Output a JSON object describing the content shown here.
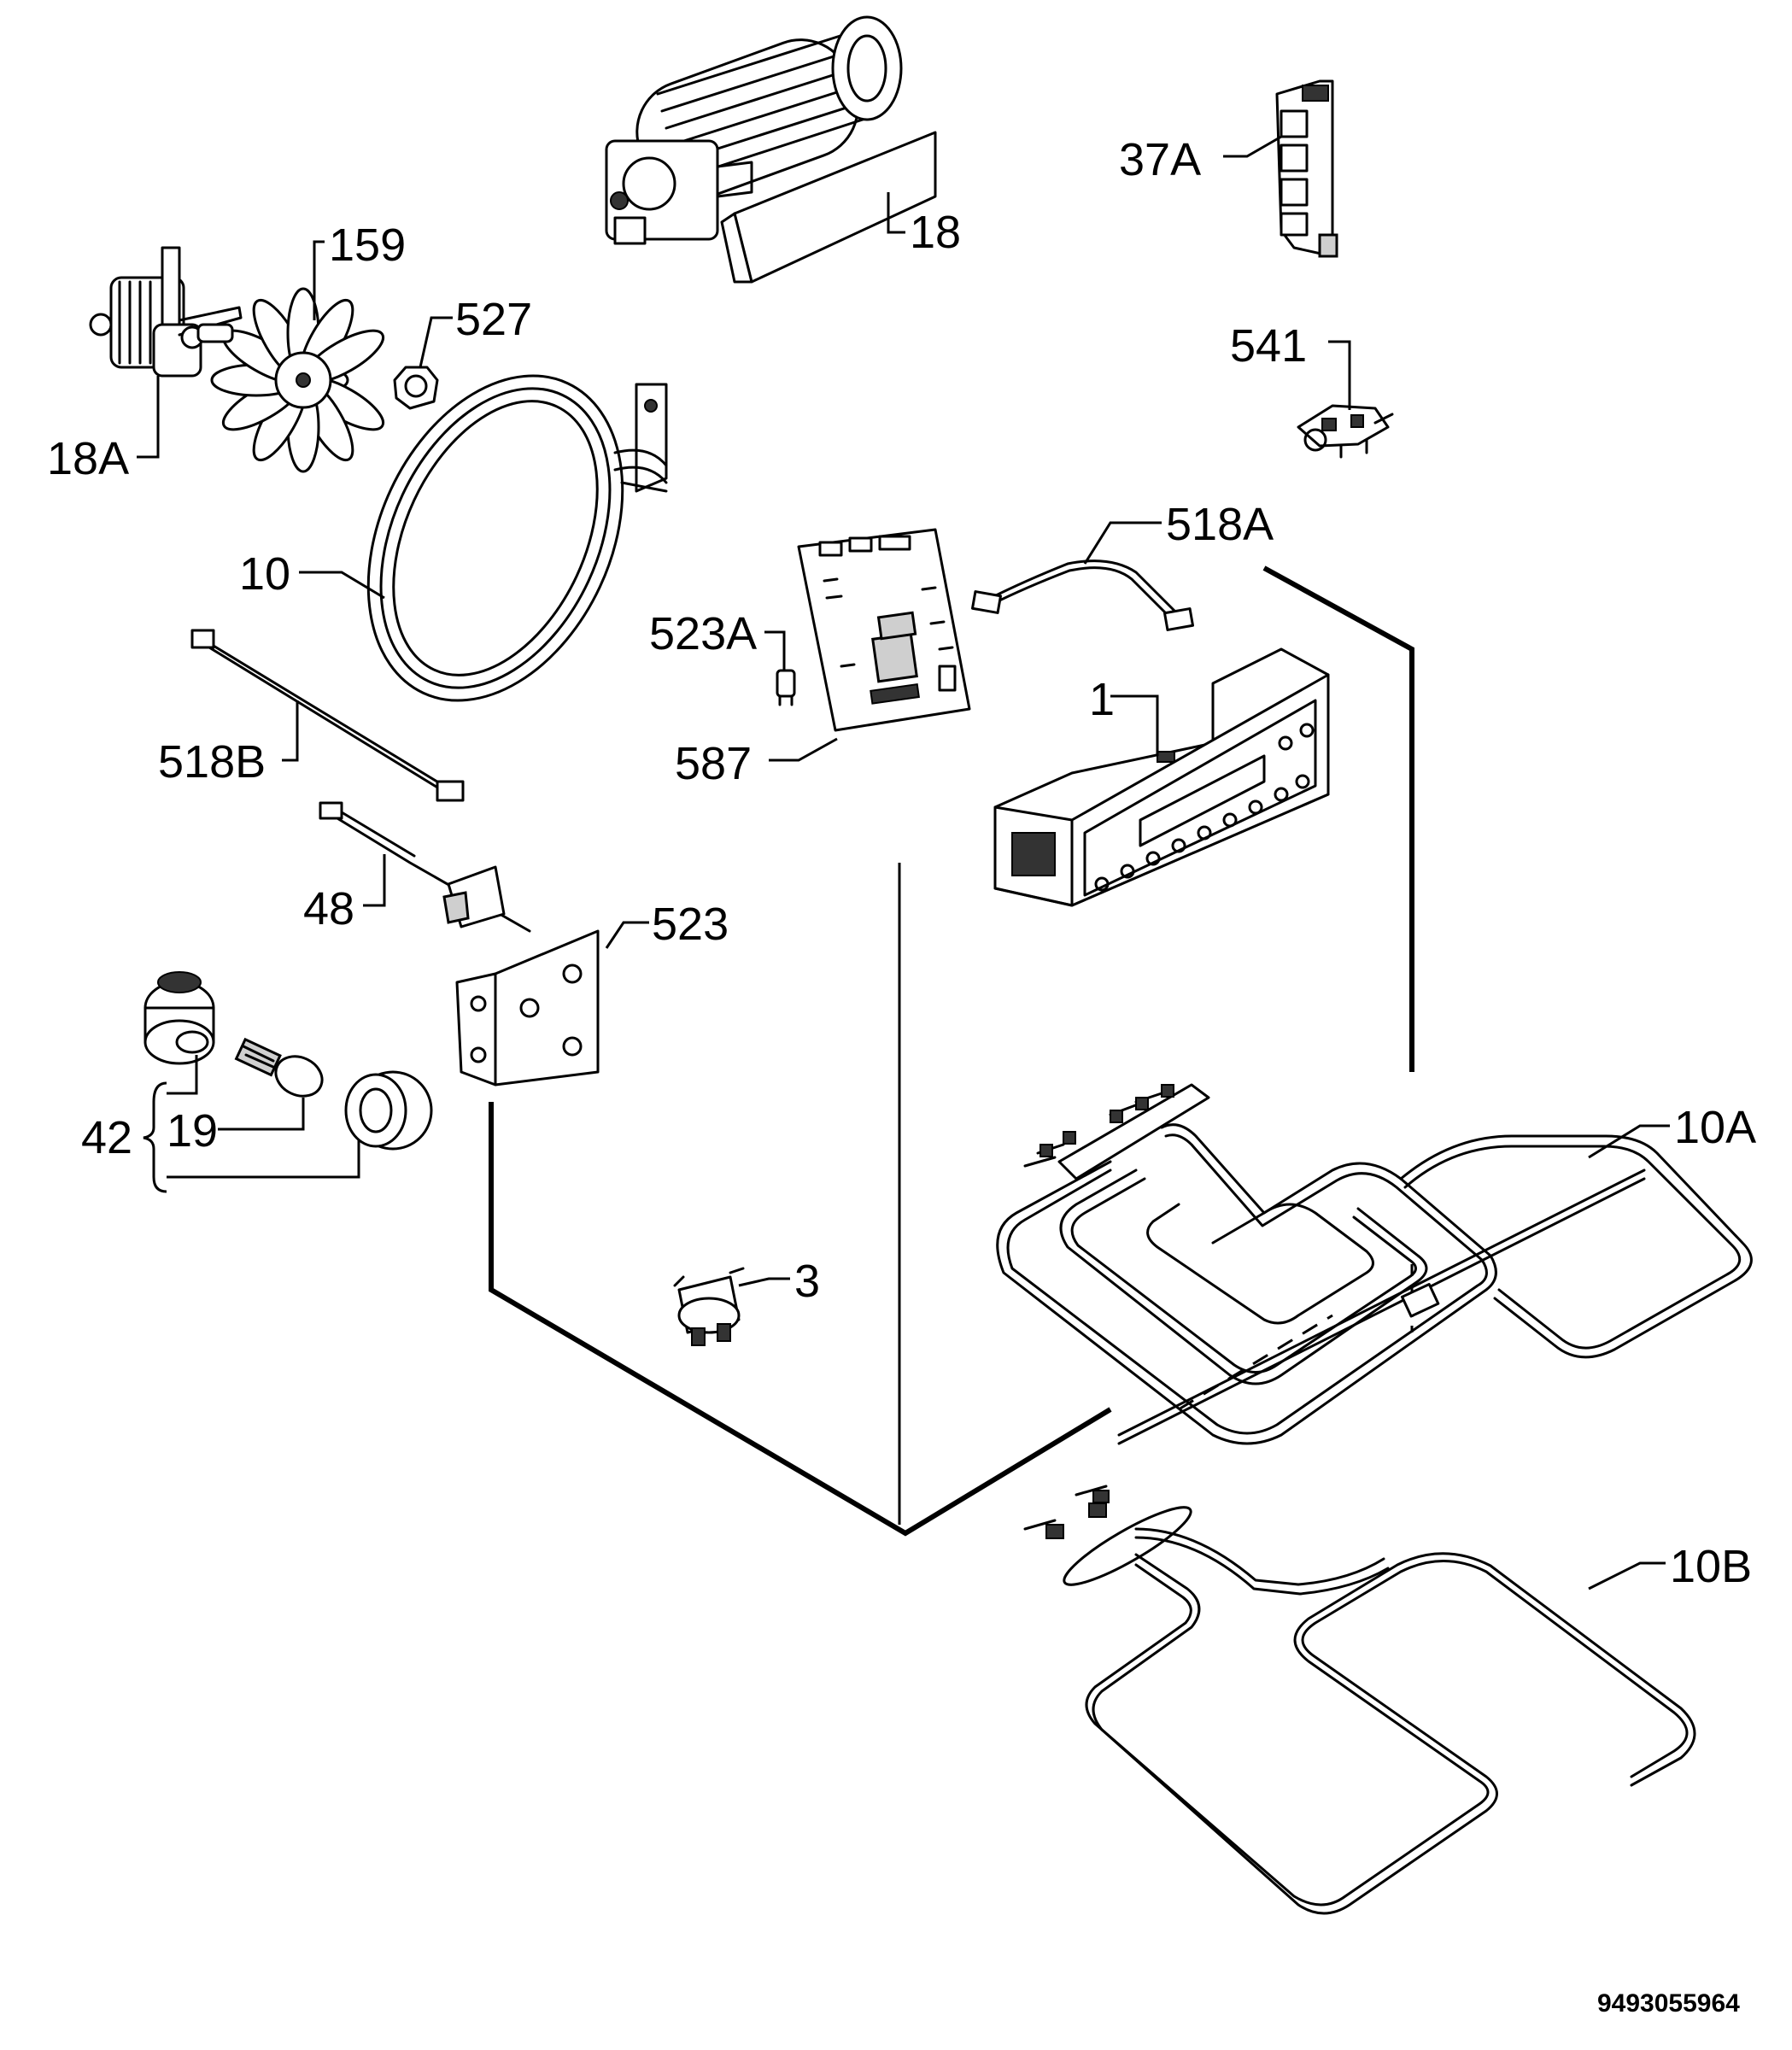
{
  "diagram": {
    "doc_code": "9493055964",
    "labels": {
      "p18": "18",
      "p37a": "37A",
      "p159": "159",
      "p527": "527",
      "p541": "541",
      "p18a": "18A",
      "p10": "10",
      "p518a": "518A",
      "p523a": "523A",
      "p1": "1",
      "p518b": "518B",
      "p587": "587",
      "p48": "48",
      "p523": "523",
      "p42": "42",
      "p19": "19",
      "p10a": "10A",
      "p3": "3",
      "p10b": "10B"
    }
  }
}
